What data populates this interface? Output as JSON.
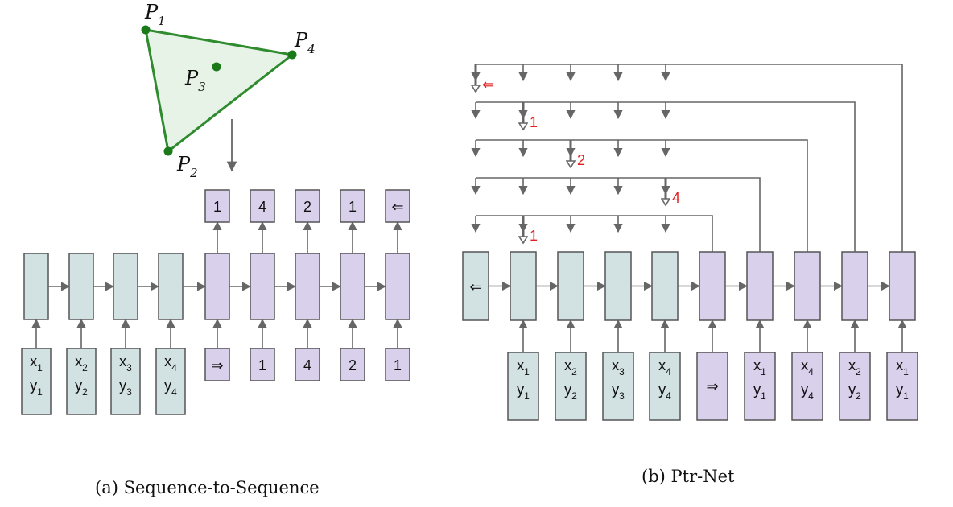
{
  "colors": {
    "encoder_fill": "#d2e1e1",
    "decoder_fill": "#d9d0ec",
    "box_stroke": "#555555",
    "arrow": "#666666",
    "polygon_fill": "#e8f3e8",
    "polygon_stroke": "#2e8b2e",
    "point_fill": "#1a7a1a",
    "pointer_label": "#e02020"
  },
  "polygon": {
    "points": [
      {
        "base": "P",
        "sub": "1"
      },
      {
        "base": "P",
        "sub": "2"
      },
      {
        "base": "P",
        "sub": "3"
      },
      {
        "base": "P",
        "sub": "4"
      }
    ]
  },
  "seq2seq": {
    "caption": "(a) Sequence-to-Sequence",
    "inputs": [
      {
        "x": "x",
        "xs": "1",
        "y": "y",
        "ys": "1"
      },
      {
        "x": "x",
        "xs": "2",
        "y": "y",
        "ys": "2"
      },
      {
        "x": "x",
        "xs": "3",
        "y": "y",
        "ys": "3"
      },
      {
        "x": "x",
        "xs": "4",
        "y": "y",
        "ys": "4"
      }
    ],
    "decoder_inputs": [
      "⇒",
      "1",
      "4",
      "2",
      "1"
    ],
    "outputs": [
      "1",
      "4",
      "2",
      "1",
      "⇐"
    ]
  },
  "ptrnet": {
    "caption": "(b) Ptr-Net",
    "first_cell": "⇐",
    "inputs": [
      {
        "x": "x",
        "xs": "1",
        "y": "y",
        "ys": "1"
      },
      {
        "x": "x",
        "xs": "2",
        "y": "y",
        "ys": "2"
      },
      {
        "x": "x",
        "xs": "3",
        "y": "y",
        "ys": "3"
      },
      {
        "x": "x",
        "xs": "4",
        "y": "y",
        "ys": "4"
      }
    ],
    "decoder_start": "⇒",
    "decoder_inputs": [
      {
        "x": "x",
        "xs": "1",
        "y": "y",
        "ys": "1"
      },
      {
        "x": "x",
        "xs": "4",
        "y": "y",
        "ys": "4"
      },
      {
        "x": "x",
        "xs": "2",
        "y": "y",
        "ys": "2"
      },
      {
        "x": "x",
        "xs": "1",
        "y": "y",
        "ys": "1"
      }
    ],
    "pointer_labels": [
      "⇐",
      "1",
      "2",
      "4",
      "1"
    ]
  }
}
